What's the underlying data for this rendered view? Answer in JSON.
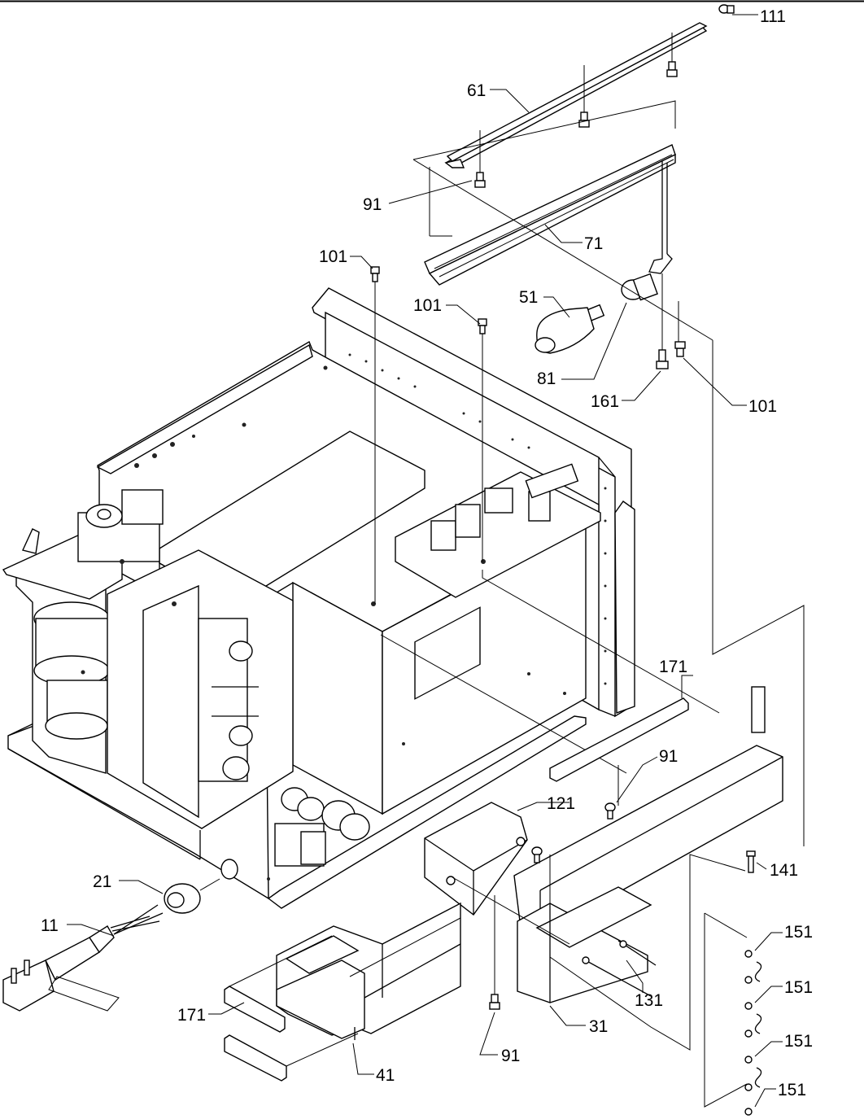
{
  "callouts": [
    {
      "id": "c111",
      "label": "111"
    },
    {
      "id": "c61",
      "label": "61"
    },
    {
      "id": "c91a",
      "label": "91"
    },
    {
      "id": "c71",
      "label": "71"
    },
    {
      "id": "c101a",
      "label": "101"
    },
    {
      "id": "c101b",
      "label": "101"
    },
    {
      "id": "c51",
      "label": "51"
    },
    {
      "id": "c81",
      "label": "81"
    },
    {
      "id": "c161",
      "label": "161"
    },
    {
      "id": "c101c",
      "label": "101"
    },
    {
      "id": "c171a",
      "label": "171"
    },
    {
      "id": "c91b",
      "label": "91"
    },
    {
      "id": "c121",
      "label": "121"
    },
    {
      "id": "c141",
      "label": "141"
    },
    {
      "id": "c21",
      "label": "21"
    },
    {
      "id": "c11",
      "label": "11"
    },
    {
      "id": "c151a",
      "label": "151"
    },
    {
      "id": "c151b",
      "label": "151"
    },
    {
      "id": "c151c",
      "label": "151"
    },
    {
      "id": "c151d",
      "label": "151"
    },
    {
      "id": "c131",
      "label": "131"
    },
    {
      "id": "c171b",
      "label": "171"
    },
    {
      "id": "c31",
      "label": "31"
    },
    {
      "id": "c91c",
      "label": "91"
    },
    {
      "id": "c41",
      "label": "41"
    }
  ]
}
